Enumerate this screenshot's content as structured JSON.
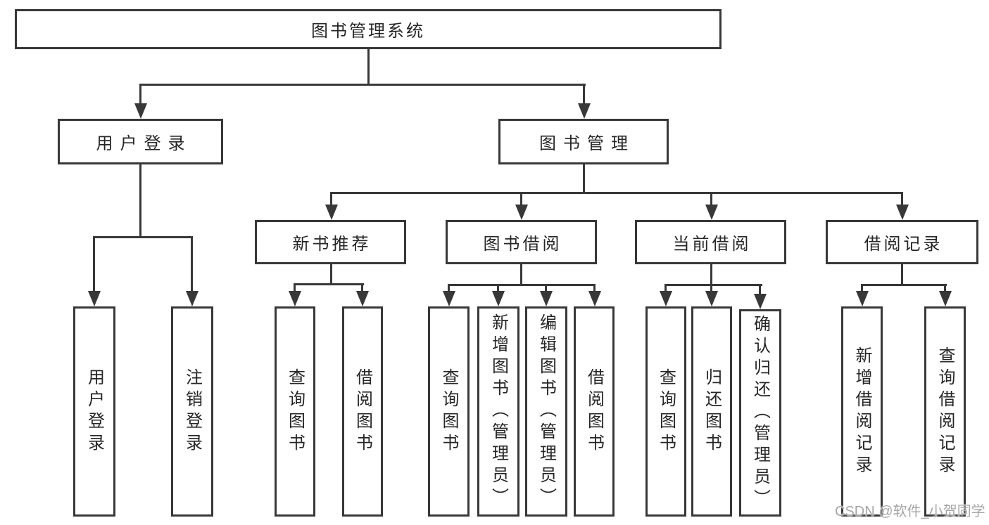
{
  "diagram_title": "图书管理系统",
  "nodes": {
    "root": "图书管理系统",
    "user_login": "用户登录",
    "book_mgmt": "图书管理",
    "new_book_rec": "新书推荐",
    "book_borrow": "图书借阅",
    "current_borrow": "当前借阅",
    "borrow_records": "借阅记录",
    "leaf_user_login": "用户登录",
    "leaf_logout": "注销登录",
    "nb_query_books": "查询图书",
    "nb_borrow_books": "借阅图书",
    "bb_query_books": "查询图书",
    "bb_add_books": "新增图书（管理员）",
    "bb_edit_books": "编辑图书（管理员）",
    "bb_borrow_books": "借阅图书",
    "cb_query_books": "查询图书",
    "cb_return_books": "归还图书",
    "cb_confirm_return": "确认归还（管理员）",
    "br_add_record": "新增借阅记录",
    "br_query_record": "查询借阅记录"
  },
  "watermark": "CSDN @软件_小贺同学",
  "colors": {
    "line": "#383838",
    "text": "#262626",
    "watermark": "#a6a6a6",
    "background": "#ffffff"
  }
}
